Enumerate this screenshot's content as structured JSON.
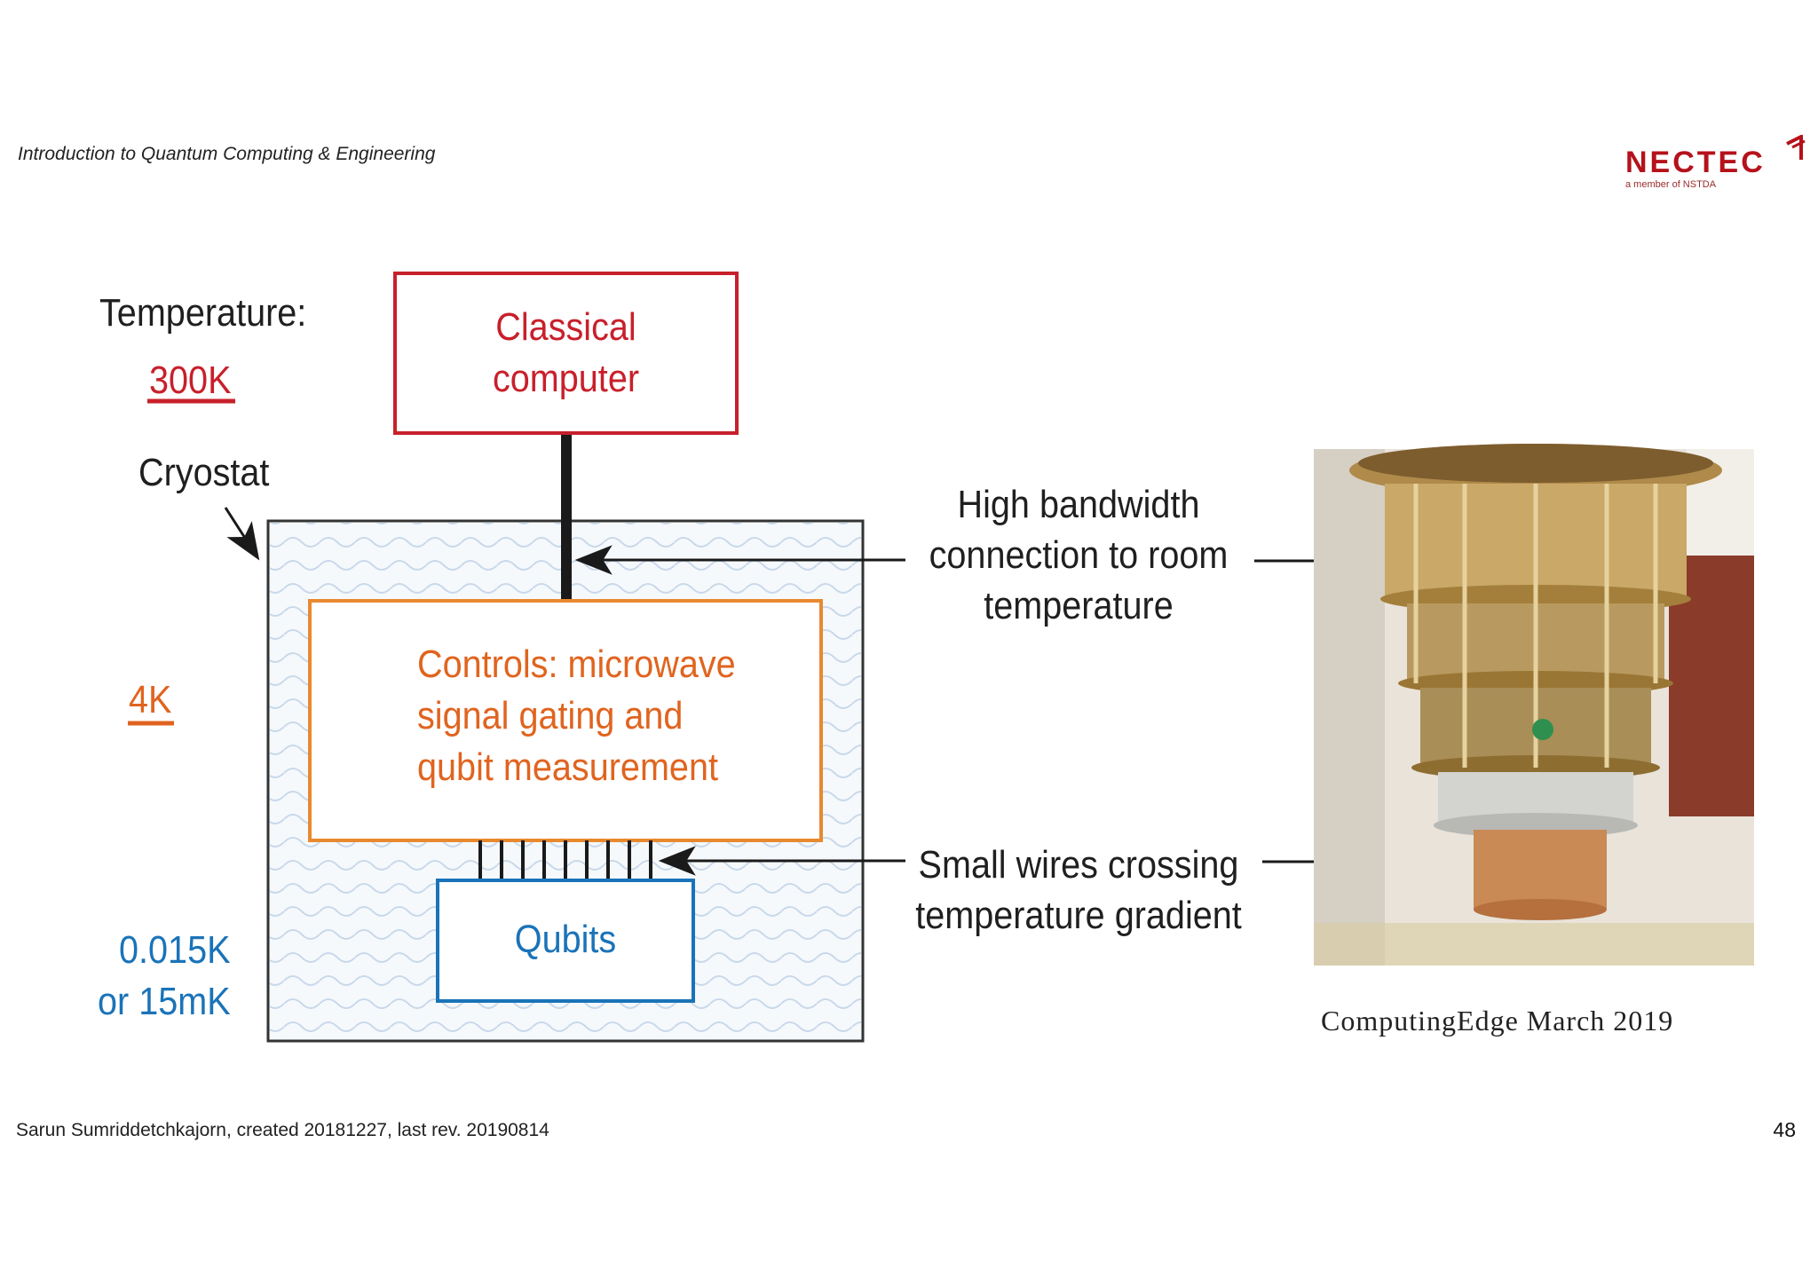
{
  "header": {
    "course_title": "Introduction to Quantum Computing & Engineering"
  },
  "footer": {
    "author_line": "Sarun Sumriddetchkajorn, created 20181227, last rev. 20190814",
    "page_number": "48"
  },
  "logo": {
    "name": "NECTEC",
    "tagline": "a member of NSTDA",
    "brand_color": "#b5121b"
  },
  "diagram": {
    "temperature_label": "Temperature:",
    "temp_room": "300K",
    "cryostat_label": "Cryostat",
    "temp_4k": "4K",
    "temp_low_line1": "0.015K",
    "temp_low_line2": "or 15mK",
    "classical_box": {
      "line1": "Classical",
      "line2": "computer"
    },
    "controls_box": {
      "line1": "Controls: microwave",
      "line2": "signal gating and",
      "line3": "qubit measurement"
    },
    "qubits_box": "Qubits",
    "annotation_top": {
      "line1": "High bandwidth",
      "line2": "connection to room",
      "line3": "temperature"
    },
    "annotation_bottom": {
      "line1": "Small wires crossing",
      "line2": "temperature gradient"
    },
    "colors": {
      "red": "#c8202b",
      "orange": "#e0641f",
      "blue": "#1a73b8"
    }
  },
  "photo": {
    "subject": "dilution-refrigerator-photo",
    "caption": "ComputingEdge  March 2019"
  }
}
